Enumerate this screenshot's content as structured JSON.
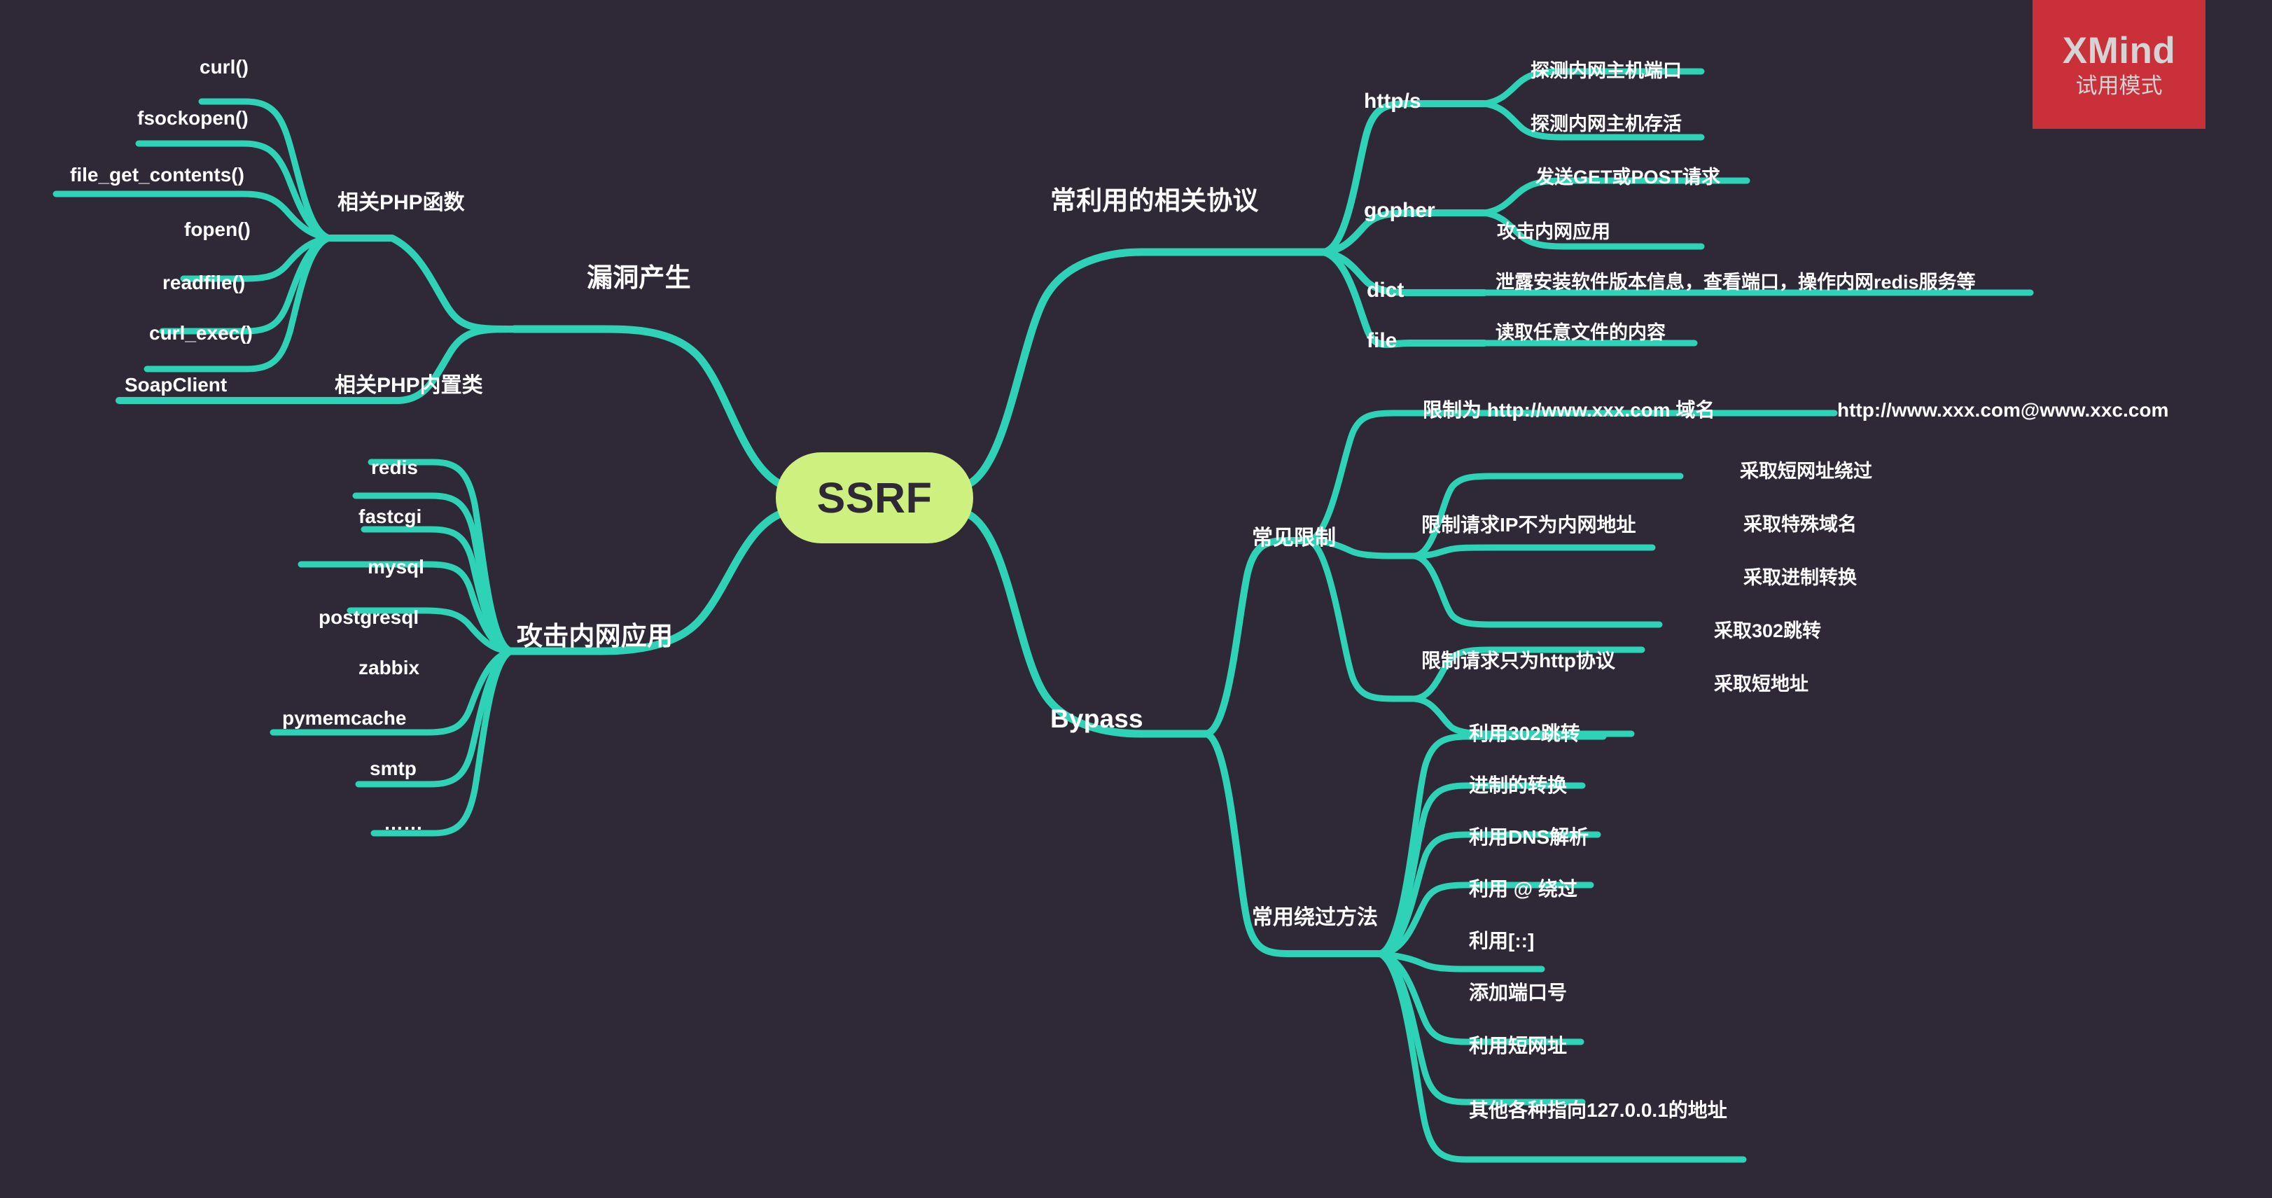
{
  "app": {
    "watermark_brand": "XMind",
    "watermark_sub": "试用模式"
  },
  "root": {
    "label": "SSRF"
  },
  "branches": {
    "vuln_origin": {
      "label": "漏洞产生",
      "children": [
        {
          "label": "相关PHP函数",
          "children": [
            {
              "label": "curl()"
            },
            {
              "label": "fsockopen()"
            },
            {
              "label": "file_get_contents()"
            },
            {
              "label": "fopen()"
            },
            {
              "label": "readfile()"
            },
            {
              "label": "curl_exec()"
            }
          ]
        },
        {
          "label": "相关PHP内置类",
          "children": [
            {
              "label": "SoapClient"
            }
          ]
        }
      ]
    },
    "attack_intranet": {
      "label": "攻击内网应用",
      "children": [
        {
          "label": "redis"
        },
        {
          "label": "fastcgi"
        },
        {
          "label": "mysql"
        },
        {
          "label": "postgresql"
        },
        {
          "label": "zabbix"
        },
        {
          "label": "pymemcache"
        },
        {
          "label": "smtp"
        },
        {
          "label": "……"
        }
      ]
    },
    "protocols": {
      "label": "常利用的相关协议",
      "children": [
        {
          "label": "http/s",
          "children": [
            {
              "label": "探测内网主机端口"
            },
            {
              "label": "探测内网主机存活"
            }
          ]
        },
        {
          "label": "gopher",
          "children": [
            {
              "label": "发送GET或POST请求"
            },
            {
              "label": "攻击内网应用"
            }
          ]
        },
        {
          "label": "dict",
          "children": [
            {
              "label": "泄露安装软件版本信息，查看端口，操作内网redis服务等"
            }
          ]
        },
        {
          "label": "file",
          "children": [
            {
              "label": "读取任意文件的内容"
            }
          ]
        }
      ]
    },
    "bypass": {
      "label": "Bypass",
      "children": [
        {
          "label": "常见限制",
          "children": [
            {
              "label": "限制为 http://www.xxx.com 域名",
              "children": [
                {
                  "label": "http://www.xxx.com@www.xxc.com"
                }
              ]
            },
            {
              "label": "限制请求IP不为内网地址",
              "children": [
                {
                  "label": "采取短网址绕过"
                },
                {
                  "label": "采取特殊域名"
                },
                {
                  "label": "采取进制转换"
                }
              ]
            },
            {
              "label": "限制请求只为http协议",
              "children": [
                {
                  "label": "采取302跳转"
                },
                {
                  "label": "采取短地址"
                }
              ]
            }
          ]
        },
        {
          "label": "常用绕过方法",
          "children": [
            {
              "label": "利用302跳转"
            },
            {
              "label": "进制的转换"
            },
            {
              "label": "利用DNS解析"
            },
            {
              "label": "利用 @ 绕过"
            },
            {
              "label": "利用[::]"
            },
            {
              "label": "添加端口号"
            },
            {
              "label": "利用短网址"
            },
            {
              "label": "其他各种指向127.0.0.1的地址"
            }
          ]
        }
      ]
    }
  },
  "colors": {
    "background": "#2f2837",
    "branch_line": "#2ed3b7",
    "root_fill": "#cef07e",
    "root_text": "#2f2837",
    "node_text": "#ffffff",
    "watermark_bg": "#c9303a",
    "watermark_text": "#d4d4d4"
  }
}
